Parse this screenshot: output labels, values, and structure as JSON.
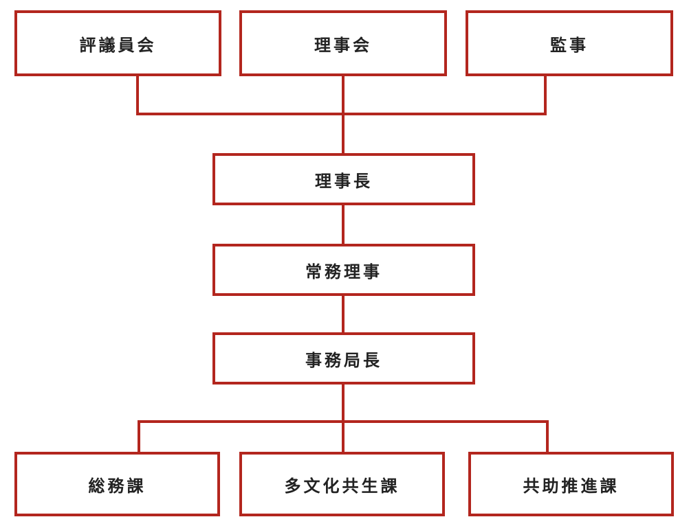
{
  "colors": {
    "accent": "#b3261e",
    "text": "#222222",
    "background": "#ffffff"
  },
  "nodes": {
    "council": "評議員会",
    "board": "理事会",
    "auditor": "監事",
    "chairman": "理事長",
    "executive_director": "常務理事",
    "secretary_general": "事務局長",
    "general_affairs": "総務課",
    "multicultural": "多文化共生課",
    "mutual_aid": "共助推進課"
  }
}
